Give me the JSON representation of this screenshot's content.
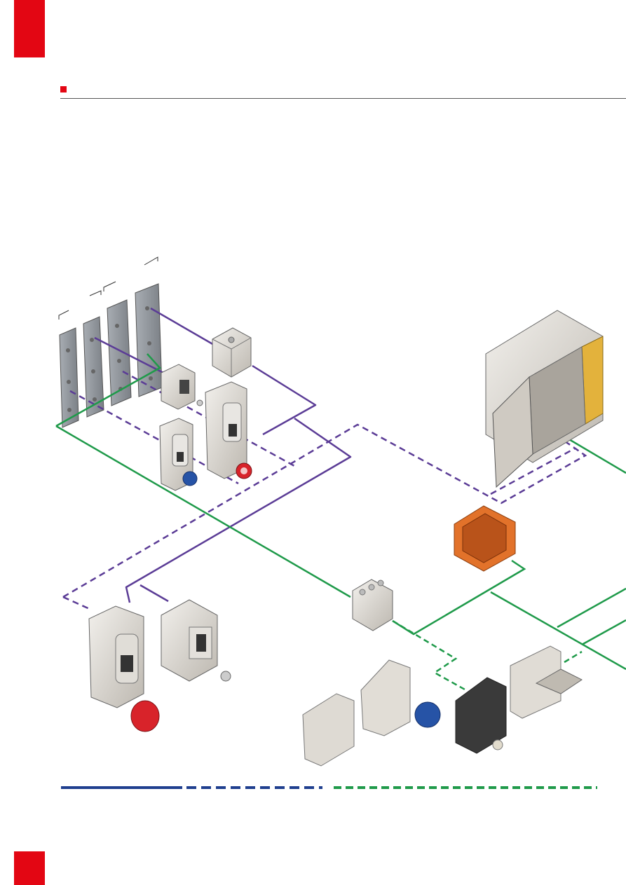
{
  "page": {
    "tab_color": "#e30613",
    "rule_color": "#555555"
  },
  "wiring": {
    "solid_line_color": "#5b3c96",
    "dashed_line_color": "#5b3c96",
    "green_line_color": "#1f9a4a"
  },
  "legend": {
    "solid_color": "#1f3f8f",
    "dashed_color": "#1f3f8f",
    "green_dashed_color": "#1f9a4a"
  },
  "components": [
    {
      "name": "mounting-plate",
      "count": 4,
      "color": "#8f949a"
    },
    {
      "name": "junction-box",
      "color": "#e9e4dc"
    },
    {
      "name": "switched-socket",
      "color": "#dcd8d0"
    },
    {
      "name": "enclosure-cabinet",
      "color": "#d8d4cd",
      "accent": "#e3b23c"
    },
    {
      "name": "flush-mount-box",
      "color": "#e2722a"
    },
    {
      "name": "cover-plate",
      "color": "#dedad3"
    },
    {
      "name": "red-plug",
      "color": "#d8232a"
    },
    {
      "name": "blue-plug",
      "color": "#2653a6"
    }
  ]
}
